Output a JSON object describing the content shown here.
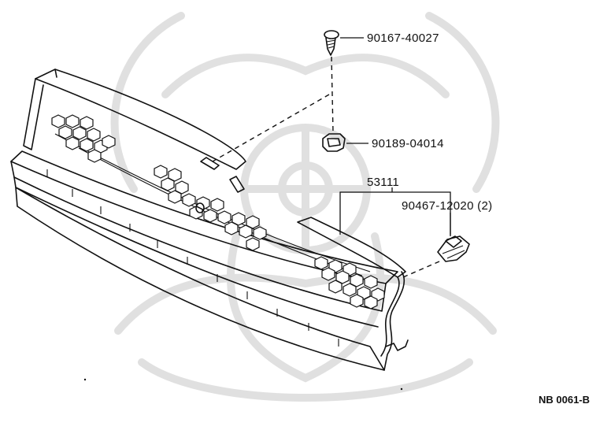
{
  "parts": [
    {
      "id": "screw",
      "number": "90167-40027"
    },
    {
      "id": "nut",
      "number": "90189-04014"
    },
    {
      "id": "grille",
      "number": "53111"
    },
    {
      "id": "clip",
      "number": "90467-12020 (2)"
    }
  ],
  "reference_code": "NB 0061-B",
  "colors": {
    "ink": "#111111",
    "watermark": "#d9d9d9",
    "background": "#ffffff"
  }
}
